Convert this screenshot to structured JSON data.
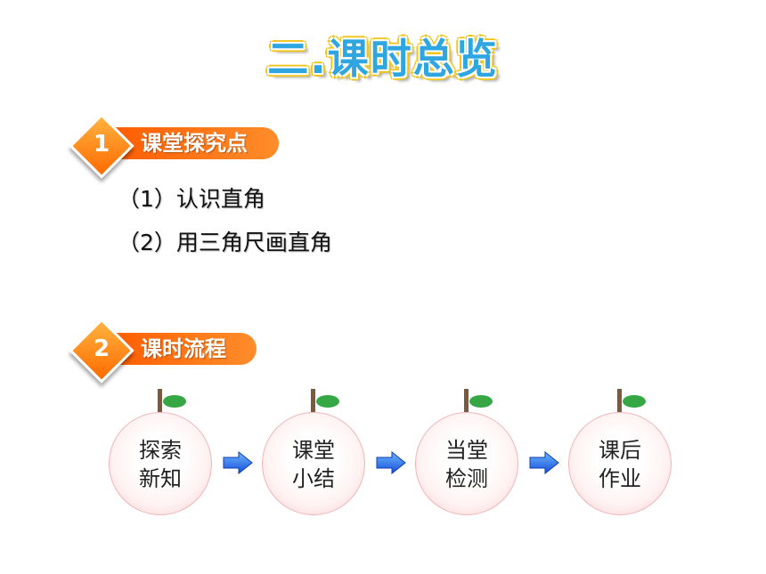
{
  "title": "二.课时总览",
  "section1": {
    "number": "1",
    "label": "课堂探究点"
  },
  "items": [
    "（1）认识直角",
    "（2）用三角尺画直角"
  ],
  "section2": {
    "number": "2",
    "label": "课时流程"
  },
  "flow": [
    {
      "line1": "探索",
      "line2": "新知"
    },
    {
      "line1": "课堂",
      "line2": "小结"
    },
    {
      "line1": "当堂",
      "line2": "检测"
    },
    {
      "line1": "课后",
      "line2": "作业"
    }
  ],
  "colors": {
    "title": "#2fa6e0",
    "title_outline": "#f0c419",
    "section": "#ff6a00",
    "leaf": "#35a845",
    "arrow": "#1e6ff0"
  }
}
